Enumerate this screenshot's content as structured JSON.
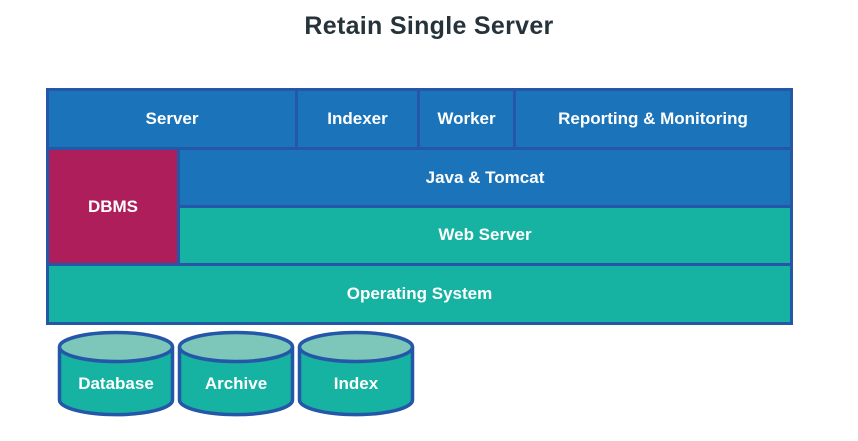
{
  "title": "Retain Single Server",
  "colors": {
    "block_blue": "#1b74ba",
    "block_teal": "#16b2a2",
    "block_magenta": "#ae1e5a",
    "border_blue": "#2557a8",
    "cylinder_top": "#7cc7ba",
    "title_text": "#26333b",
    "label_text": "#ffffff"
  },
  "top_row": [
    {
      "label": "Server"
    },
    {
      "label": "Indexer"
    },
    {
      "label": "Worker"
    },
    {
      "label": "Reporting & Monitoring"
    }
  ],
  "dbms": {
    "label": "DBMS"
  },
  "middle_rows": [
    {
      "label": "Java & Tomcat"
    },
    {
      "label": "Web Server"
    }
  ],
  "os": {
    "label": "Operating System"
  },
  "cylinders": [
    {
      "label": "Database"
    },
    {
      "label": "Archive"
    },
    {
      "label": "Index"
    }
  ]
}
